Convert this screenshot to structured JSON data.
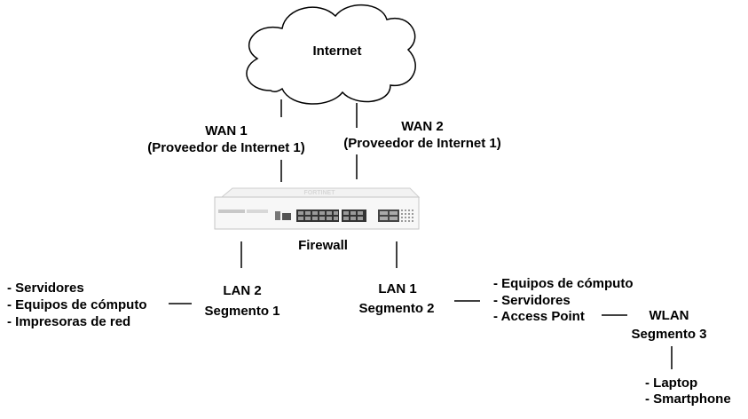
{
  "internet": {
    "label": "Internet"
  },
  "wan1": {
    "title": "WAN 1",
    "provider": "(Proveedor de Internet 1)"
  },
  "wan2": {
    "title": "WAN 2",
    "provider": "(Proveedor de Internet 1)"
  },
  "firewall": {
    "label": "Firewall",
    "brand": "FORTINET"
  },
  "lan2": {
    "title": "LAN 2",
    "segment": "Segmento 1",
    "items": [
      "- Servidores",
      "- Equipos de cómputo",
      "- Impresoras de red"
    ]
  },
  "lan1": {
    "title": "LAN 1",
    "segment": "Segmento 2",
    "items": [
      "- Equipos de cómputo",
      "- Servidores",
      "- Access Point"
    ]
  },
  "wlan": {
    "title": "WLAN",
    "segment": "Segmento 3",
    "items": [
      "- Laptop",
      "- Smartphone"
    ]
  }
}
